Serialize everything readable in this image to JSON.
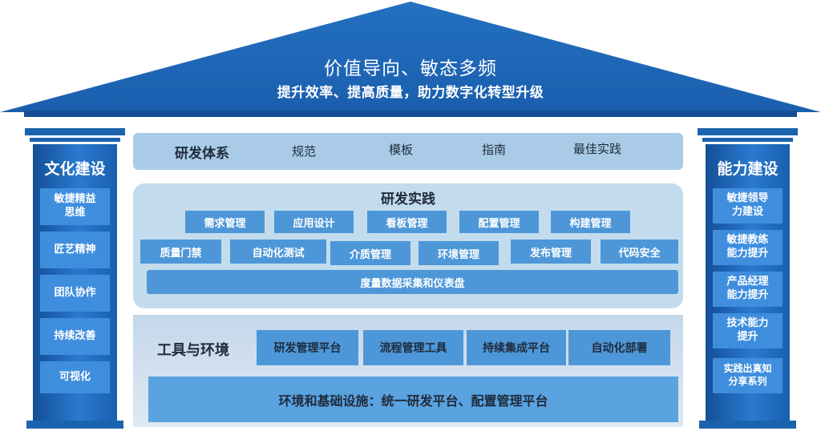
{
  "roof": {
    "title": "价值导向、敏态多频",
    "subtitle": "提升效率、提高质量，助力数字化转型升级"
  },
  "left_pillar": {
    "title": "文化建设",
    "items": [
      {
        "label": "敏捷精益\n思维"
      },
      {
        "label": "匠艺精神"
      },
      {
        "label": "团队协作"
      },
      {
        "label": "持续改善"
      },
      {
        "label": "可视化"
      }
    ]
  },
  "right_pillar": {
    "title": "能力建设",
    "items": [
      {
        "label": "敏捷领导\n力建设"
      },
      {
        "label": "敏捷教练\n能力提升"
      },
      {
        "label": "产品经理\n能力提升"
      },
      {
        "label": "技术能力\n提升"
      },
      {
        "label": "实践出真知\n分享系列"
      }
    ]
  },
  "system": {
    "title": "研发体系",
    "items": [
      "规范",
      "模板",
      "指南",
      "最佳实践"
    ]
  },
  "practice": {
    "title": "研发实践",
    "row1": [
      "需求管理",
      "应用设计",
      "看板管理",
      "配置管理",
      "构建管理"
    ],
    "row2": [
      "质量门禁",
      "自动化测试",
      "介质管理",
      "环境管理",
      "发布管理",
      "代码安全"
    ],
    "metrics": "度量数据采集和仪表盘"
  },
  "tools": {
    "title": "工具与环境",
    "items": [
      "研发管理平台",
      "流程管理工具",
      "持续集成平台",
      "自动化部署"
    ],
    "infra": "环境和基础设施：统一研发平台、配置管理平台"
  },
  "colors": {
    "roof_blue": "#1a5fae",
    "pillar_blue": "#1a63ad",
    "tag_blue": "#4d97d8",
    "panel_light": "#c3dced"
  }
}
